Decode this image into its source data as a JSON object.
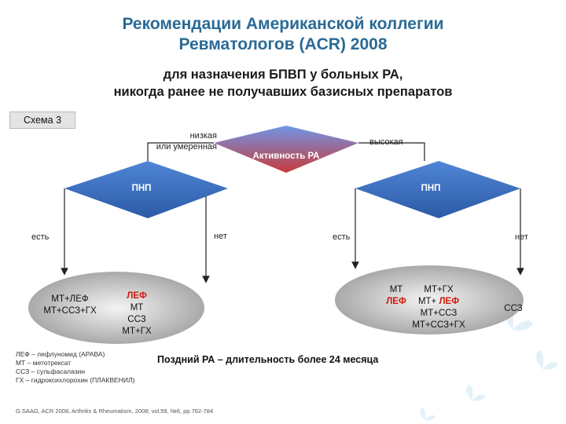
{
  "title": {
    "line1": "Рекомендации Американской коллегии",
    "line2": "Ревматологов (ACR) 2008"
  },
  "subtitle": {
    "line1": "для назначения БПВП у больных РА,",
    "line2": "никогда ранее не получавших базисных препаратов"
  },
  "scheme_label": "Схема 3",
  "top_node": {
    "label": "Активность РА",
    "left_branch": [
      "низкая",
      "или умеренная"
    ],
    "right_branch": "высокая"
  },
  "left_node": {
    "label": "ПНП",
    "yes": "есть",
    "no": "нет"
  },
  "right_node": {
    "label": "ПНП",
    "yes": "есть",
    "no": "нет"
  },
  "left_oval": {
    "lines": [
      "МТ+ЛЕФ",
      "МТ+ССЗ+ГХ"
    ],
    "right_lines": [
      "ЛЕФ",
      "МТ",
      "ССЗ",
      "МТ+ГХ"
    ]
  },
  "right_oval": {
    "col1": [
      "МТ",
      "ЛЕФ"
    ],
    "col2": [
      "МТ+ГХ",
      "МТ+ ",
      "ЛЕФ",
      "МТ+ССЗ",
      "МТ+ССЗ+ГХ"
    ],
    "far_right": "ССЗ"
  },
  "legend": [
    "ЛЕФ – лефлуномид (АРАВА)",
    "МТ – метотрексат",
    "ССЗ – сульфасалазин",
    "ГХ – гидроксихлорохин (ПЛАКВЕНИЛ)"
  ],
  "late_ra": "Поздний РА – длительность более 24 месяца",
  "citation": "G.SAAG, ACR 2008, Arthritis & Rheumatism, 2008; vol.59, №6, pp.762-784",
  "colors": {
    "title": "#2a6a96",
    "diamond": "#3a6fc0",
    "oval": "#9a9a9a",
    "accent_red": "#d11a0a"
  }
}
